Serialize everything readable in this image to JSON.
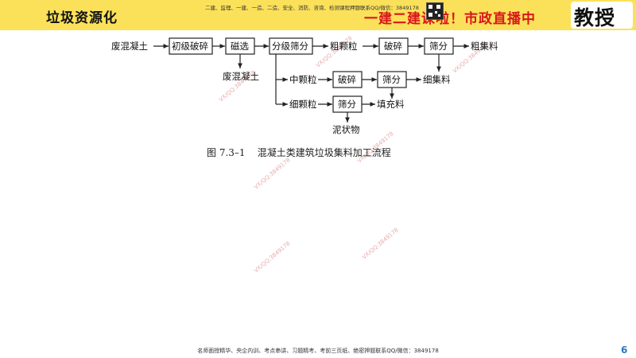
{
  "header": {
    "title": "垃圾资源化",
    "notice": "二建、监理、一建、一造、二造、安全、消防、咨询、检测课程押题联系QQ/微信：3849178",
    "live_banner": "一建二建课啦！市政直播中",
    "logo": "教授"
  },
  "flowchart": {
    "input": "废混凝土",
    "primary_crush": "初级破碎",
    "magnetic_sep": "磁选",
    "magnetic_out": "废混凝土",
    "grading_screen": "分级筛分",
    "coarse_particles": "粗颗粒",
    "coarse_crush": "破碎",
    "coarse_screen": "筛分",
    "coarse_aggregate": "粗集料",
    "medium_particles": "中颗粒",
    "medium_crush": "破碎",
    "medium_screen": "筛分",
    "fine_aggregate": "细集料",
    "fine_particles": "细颗粒",
    "fine_screen": "筛分",
    "filler": "填充料",
    "mud": "泥状物",
    "caption": "图 7.3–1    混凝土类建筑垃圾集料加工流程"
  },
  "watermarks": [
    "VX/QQ:3849178",
    "VX/QQ:3849178",
    "VX/QQ:3849178",
    "VX/QQ:3849178",
    "VX/QQ:3849178",
    "VX/QQ:3849178",
    "VX/QQ:3849178"
  ],
  "footer": {
    "text": "名师面授精华、央企内训、考点串讲、习题精考、考前三页纸、绝密押题联系QQ/微信：3849178",
    "page": "6"
  }
}
